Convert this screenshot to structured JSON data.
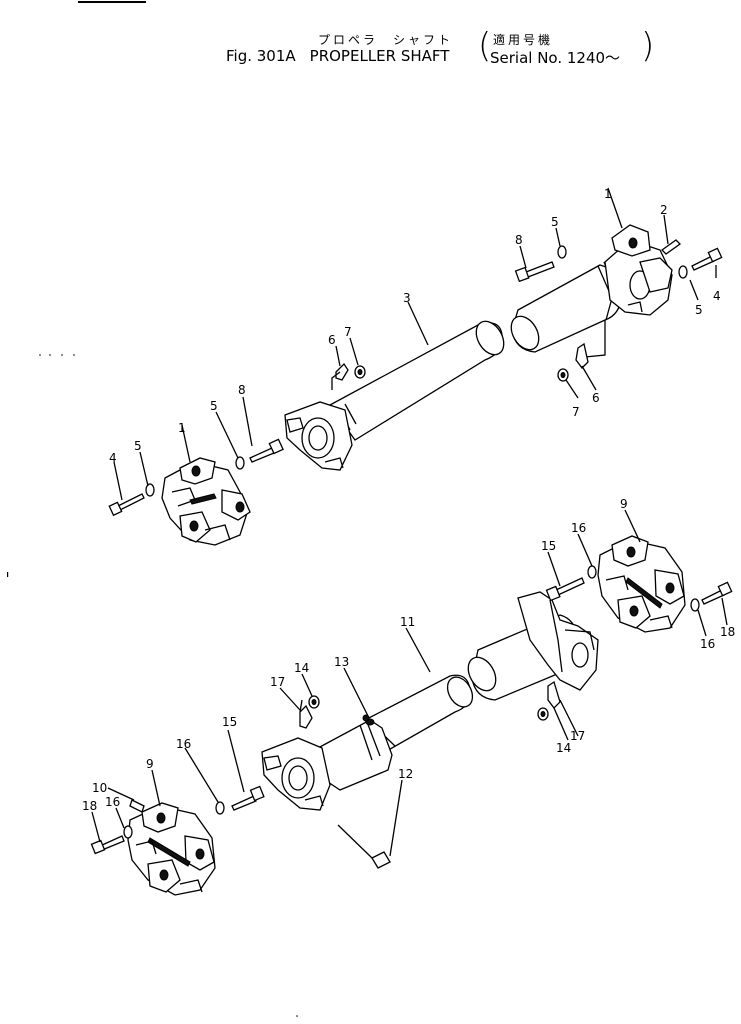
{
  "header": {
    "title_jp": "プロペラ　シャフト",
    "figure": "Fig. 301A",
    "title_en": "PROPELLER SHAFT",
    "applicability_jp": "適用号機",
    "serial": "Serial No. 1240～"
  },
  "callouts": [
    "1",
    "2",
    "3",
    "4",
    "5",
    "6",
    "7",
    "8",
    "9",
    "10",
    "11",
    "12",
    "13",
    "14",
    "15",
    "16",
    "17",
    "18"
  ],
  "colors": {
    "ink": "#000000",
    "paper": "#ffffff"
  }
}
